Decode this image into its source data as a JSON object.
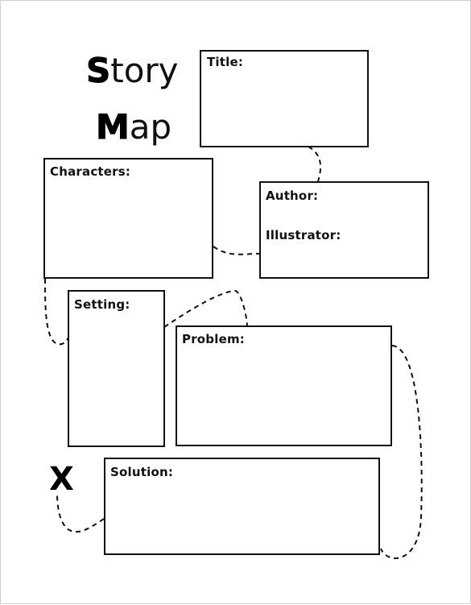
{
  "heading": {
    "line1_initial": "S",
    "line1_rest": "tory",
    "line2_initial": "M",
    "line2_rest": "ap"
  },
  "boxes": {
    "title_label": "Title:",
    "characters_label": "Characters:",
    "author_label": "Author:",
    "illustrator_label": "Illustrator:",
    "setting_label": "Setting:",
    "problem_label": "Problem:",
    "solution_label": "Solution:"
  },
  "marker": "X"
}
